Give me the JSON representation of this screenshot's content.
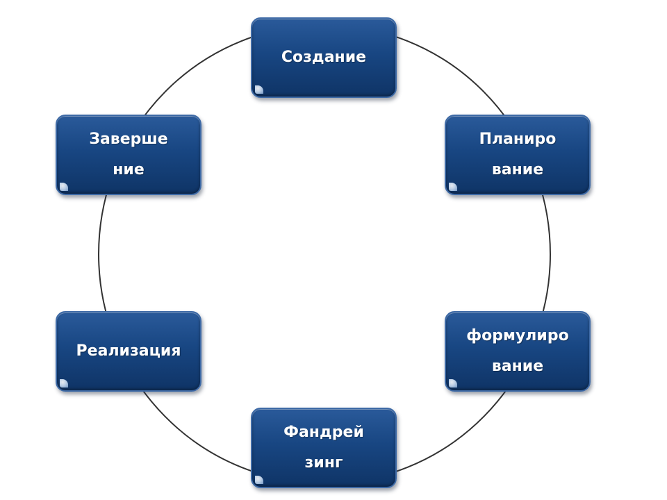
{
  "diagram": {
    "type": "cycle",
    "nodes": [
      {
        "id": "creation",
        "label": "Создание"
      },
      {
        "id": "planning",
        "label": "Планиро\nвание"
      },
      {
        "id": "formulation",
        "label": "формулиро\nвание"
      },
      {
        "id": "fundraising",
        "label": "Фандрей\nзинг"
      },
      {
        "id": "realization",
        "label": "Реализация"
      },
      {
        "id": "completion",
        "label": "Заверше\nние"
      }
    ],
    "colors": {
      "node_fill": "#184682",
      "node_border": "#3e6aa6",
      "node_text": "#ffffff",
      "ring": "#333333"
    }
  }
}
